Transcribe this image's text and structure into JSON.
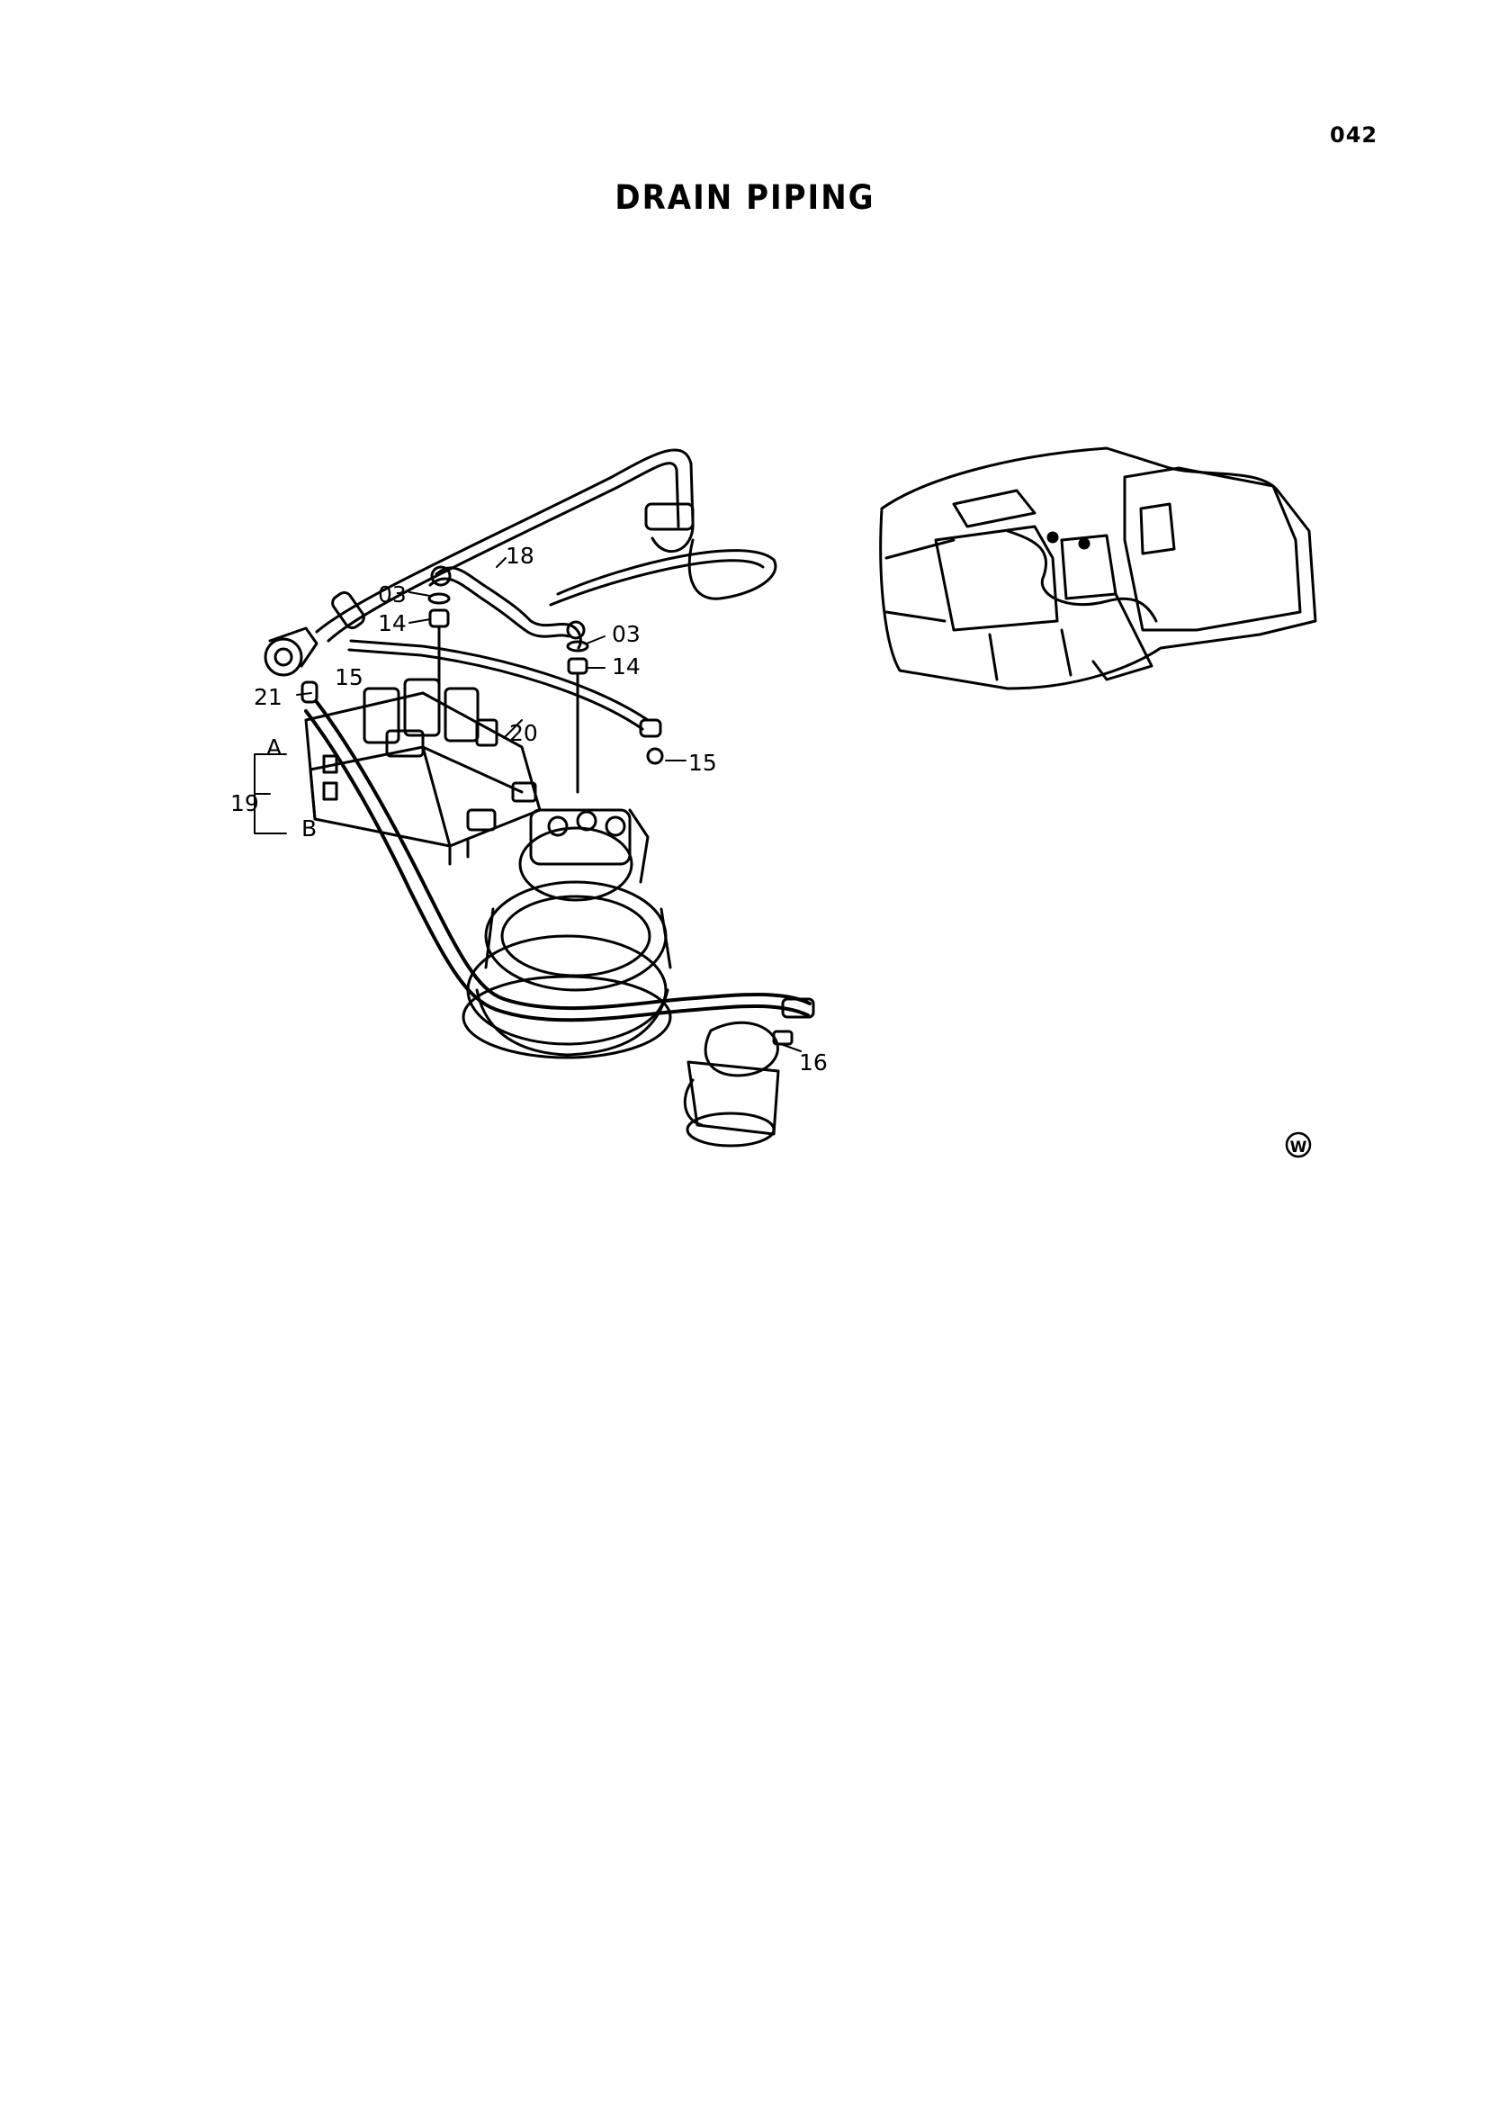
{
  "page": {
    "number": "042",
    "title": "DRAIN PIPING",
    "marker": "W"
  },
  "callouts": {
    "c18": "18",
    "c03a": "03",
    "c14a": "14",
    "c03b": "03",
    "c14b": "14",
    "c15a": "15",
    "c21": "21",
    "c20": "20",
    "c15b": "15",
    "cA": "A",
    "c19": "19",
    "cB": "B",
    "c16": "16"
  }
}
